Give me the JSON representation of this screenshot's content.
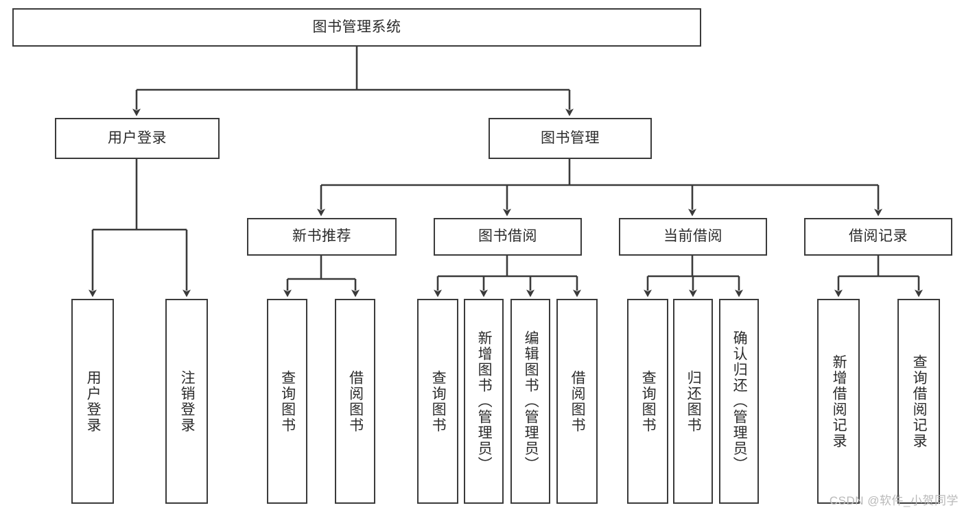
{
  "diagram": {
    "title": "图书管理系统",
    "root": {
      "id": "root",
      "label": "图书管理系统"
    },
    "level2": [
      {
        "id": "user-login",
        "label": "用户登录"
      },
      {
        "id": "book-management",
        "label": "图书管理"
      }
    ],
    "level3": [
      {
        "id": "new-book-recommend",
        "label": "新书推荐"
      },
      {
        "id": "book-borrow",
        "label": "图书借阅"
      },
      {
        "id": "current-borrow",
        "label": "当前借阅"
      },
      {
        "id": "borrow-record",
        "label": "借阅记录"
      }
    ],
    "leaves": [
      {
        "id": "leaf-user-login",
        "label": "用户登录",
        "parent": "user-login"
      },
      {
        "id": "leaf-user-logout",
        "label": "注销登录",
        "parent": "user-login"
      },
      {
        "id": "leaf-query-book-1",
        "label": "查询图书",
        "parent": "new-book-recommend"
      },
      {
        "id": "leaf-borrow-book-1",
        "label": "借阅图书",
        "parent": "new-book-recommend"
      },
      {
        "id": "leaf-query-book-2",
        "label": "查询图书",
        "parent": "book-borrow"
      },
      {
        "id": "leaf-add-book",
        "label": "新增图书（管理员）",
        "parent": "book-borrow"
      },
      {
        "id": "leaf-edit-book",
        "label": "编辑图书（管理员）",
        "parent": "book-borrow"
      },
      {
        "id": "leaf-borrow-book-2",
        "label": "借阅图书",
        "parent": "book-borrow"
      },
      {
        "id": "leaf-query-book-3",
        "label": "查询图书",
        "parent": "current-borrow"
      },
      {
        "id": "leaf-return-book",
        "label": "归还图书",
        "parent": "current-borrow"
      },
      {
        "id": "leaf-confirm-return",
        "label": "确认归还（管理员）",
        "parent": "current-borrow"
      },
      {
        "id": "leaf-add-record",
        "label": "新增借阅记录",
        "parent": "borrow-record"
      },
      {
        "id": "leaf-query-record",
        "label": "查询借阅记录",
        "parent": "borrow-record"
      }
    ],
    "colors": {
      "stroke": "#3a3a3a",
      "text": "#2b2b2b",
      "background": "#ffffff",
      "watermark": "#b9b9b9"
    }
  },
  "watermark": {
    "text": "CSDN @软件_小贺同学"
  }
}
